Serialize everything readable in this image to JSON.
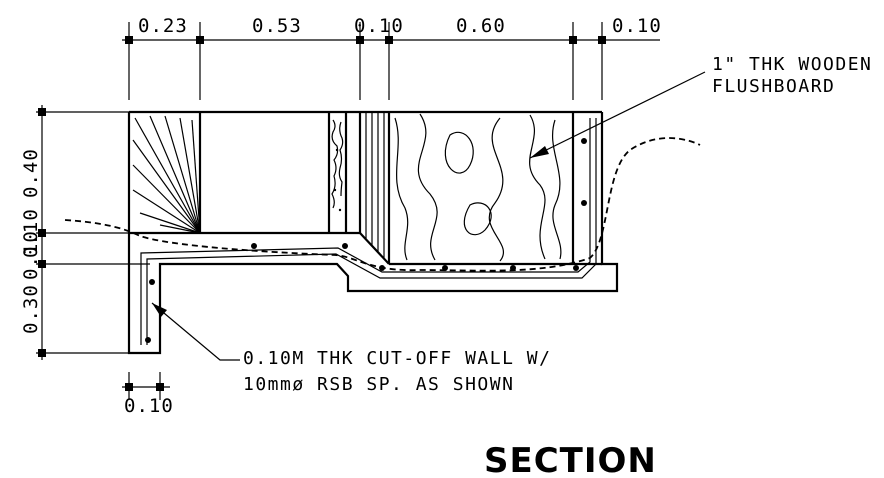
{
  "title": "SECTION",
  "dimensions": {
    "top": [
      "0.23",
      "0.53",
      "0.10",
      "0.60",
      "0.10"
    ],
    "left": [
      "0.40",
      "0.10",
      "0.10",
      "0.30"
    ],
    "bottom": "0.10"
  },
  "notes": {
    "flushboard_line1": "1\" THK WOODEN",
    "flushboard_line2": "FLUSHBOARD",
    "cutoff_line1": "0.10M THK CUT-OFF WALL W/",
    "cutoff_line2": "10mmø RSB SP. AS SHOWN"
  }
}
